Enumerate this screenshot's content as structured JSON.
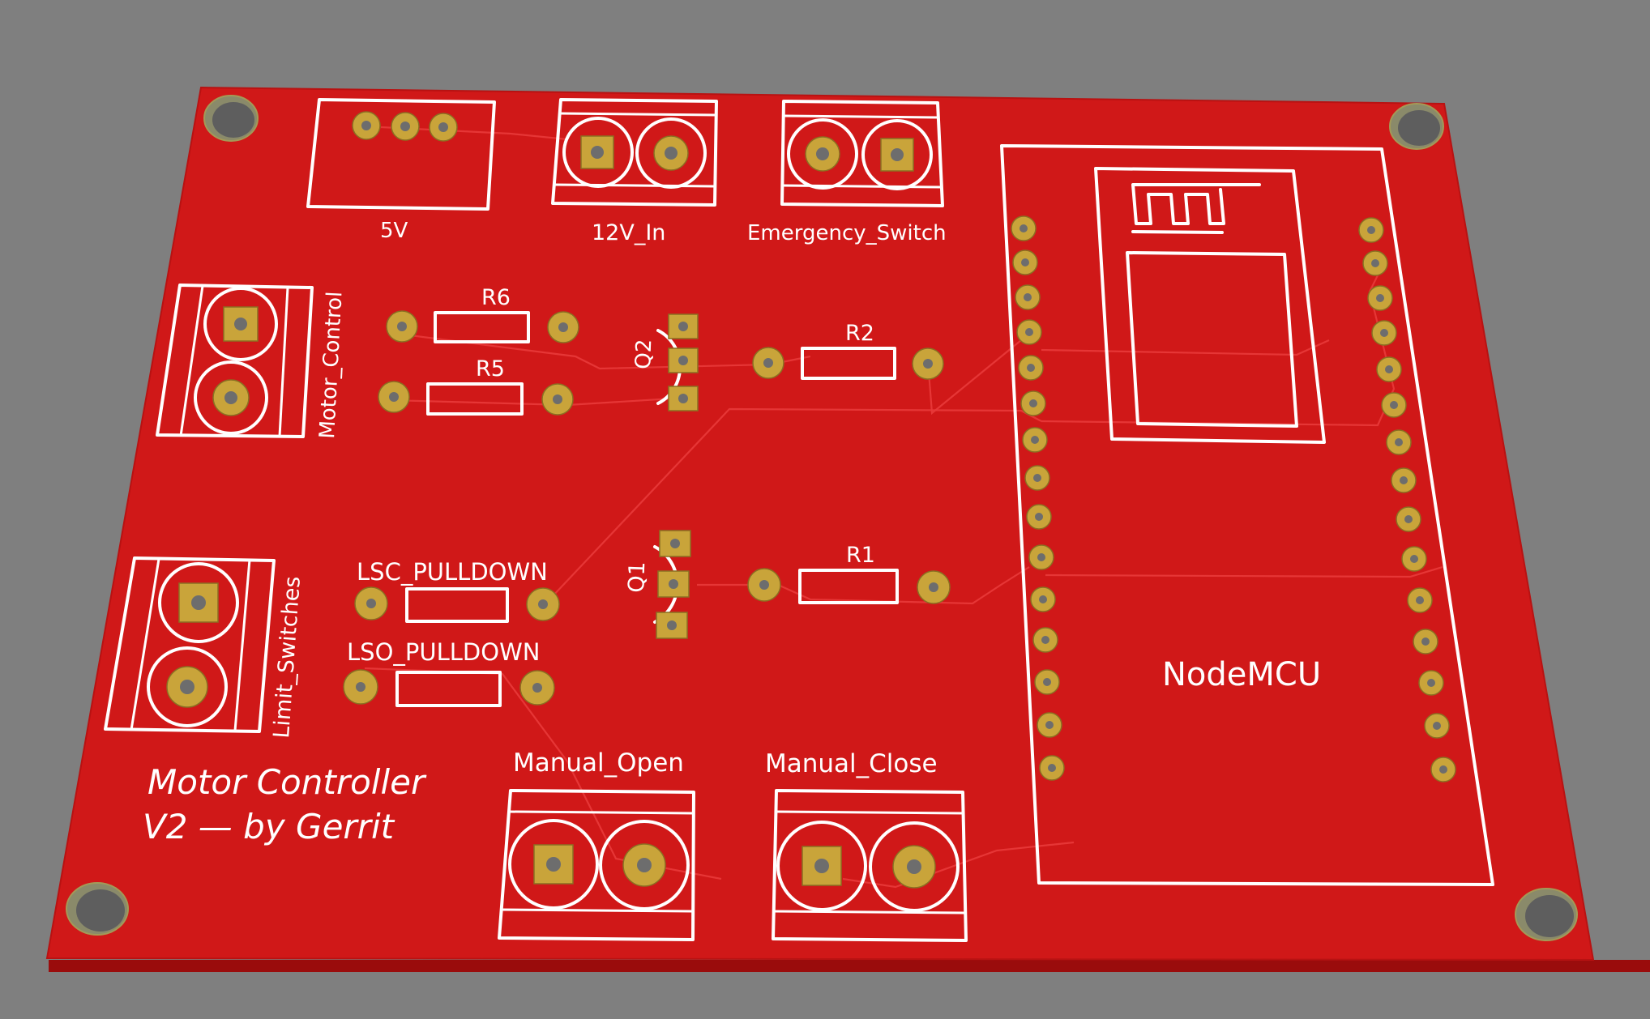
{
  "colors": {
    "background": "#7f7f7f",
    "board": "#d01818",
    "board_edge": "#b01010",
    "silkscreen": "#ffffff",
    "pad": "#c9a43a",
    "trace": "#e83a3a"
  },
  "board": {
    "title_line1": "Motor Controller",
    "title_line2": "V2 — by Gerrit"
  },
  "labels": {
    "5v": "5V",
    "12v_in": "12V_In",
    "emergency_switch": "Emergency_Switch",
    "motor_control": "Motor_Control",
    "limit_switches": "Limit_Switches",
    "r6": "R6",
    "r5": "R5",
    "r2": "R2",
    "r1": "R1",
    "q2": "Q2",
    "q1": "Q1",
    "lsc_pulldown": "LSC_PULLDOWN",
    "lso_pulldown": "LSO_PULLDOWN",
    "manual_open": "Manual_Open",
    "manual_close": "Manual_Close",
    "nodemcu": "NodeMCU"
  }
}
